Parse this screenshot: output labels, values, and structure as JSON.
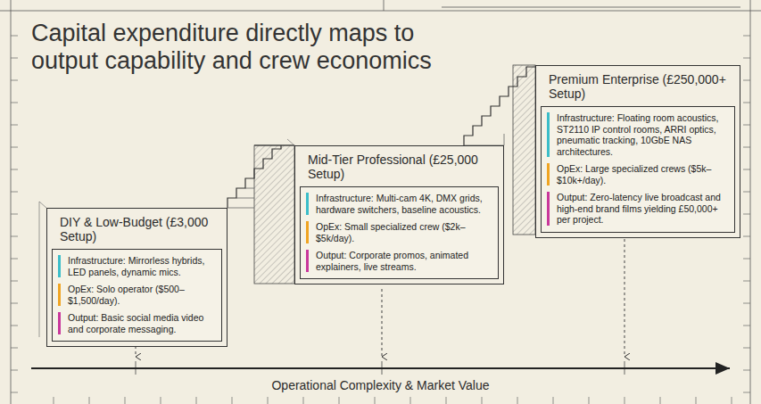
{
  "diagram": {
    "title": "Capital expenditure directly maps to output capability and crew economics",
    "nodes": [
      {
        "text": [
          "DIY & Low-Budget (£3,000 Setup)"
        ]
      },
      {
        "text": [
          "Infrastructure: Mirrorless hybrids, LED panels, dynamic mics.",
          "OpEx: Solo operator ($500–$1,500/day).",
          "Output: Basic social media video and corporate messaging."
        ],
        "in": 0
      },
      {
        "text": [
          "Mid-Tier Professional (£25,000 Setup)"
        ]
      },
      {
        "text": [
          "Infrastructure: Multi-cam 4K, DMX grids, hardware switchers, baseline acoustics.",
          "OpEx: Small specialized crew ($2k–$5k/day).",
          "Output: Corporate promos, animated explainers, live streams."
        ],
        "in": 2
      },
      {
        "text": [
          "Premium Enterprise (£250,000+ Setup)"
        ]
      },
      {
        "text": [
          "Infrastructure: Floating room acoustics, ST2110 IP control rooms, ARRI optics, pneumatic tracking, 10GbE NAS architectures.",
          "OpEx: Large specialized crews ($5k–$10k+/day).",
          "Output: Zero-latency live broadcast and high-end brand films yielding £50,000+ per project."
        ],
        "in": 4
      }
    ],
    "labels": [
      "Operational Complexity & Market Value"
    ]
  }
}
